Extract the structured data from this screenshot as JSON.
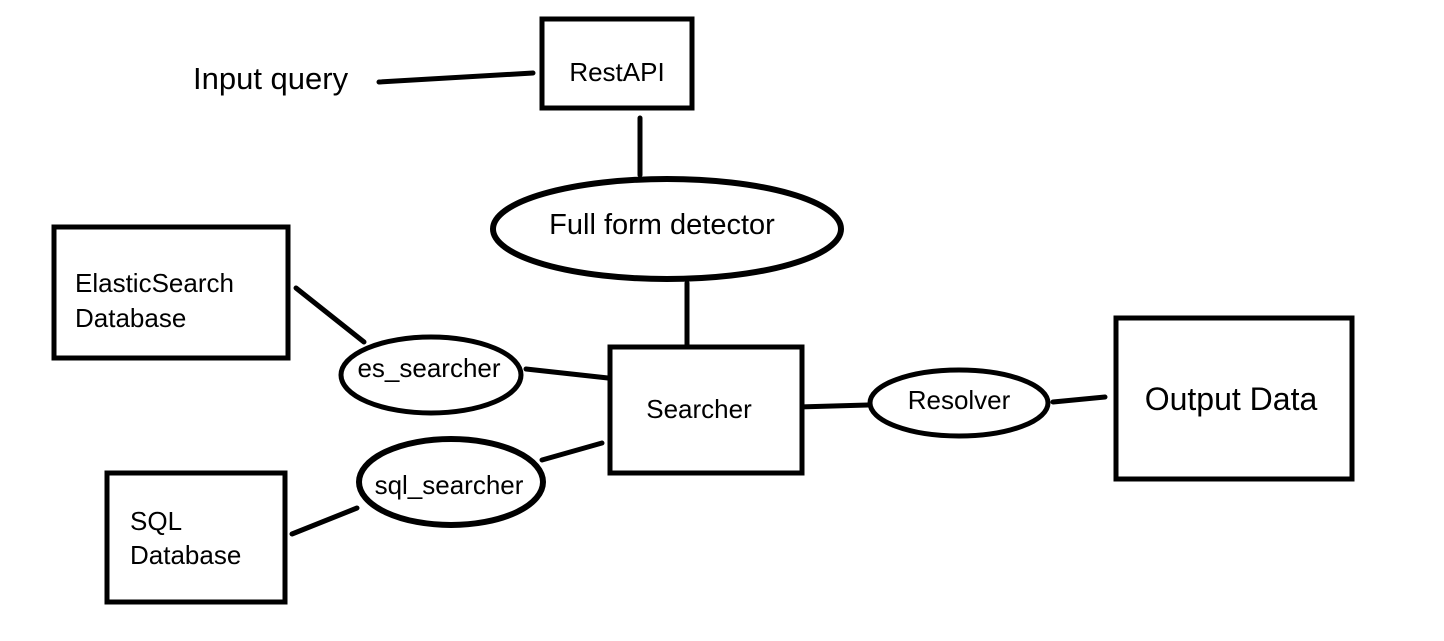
{
  "diagram": {
    "nodes": {
      "input_query": "Input query",
      "rest_api": "RestAPI",
      "full_form_detector": "Full form detector",
      "elasticsearch_db": [
        "ElasticSearch",
        "Database"
      ],
      "es_searcher": "es_searcher",
      "searcher": "Searcher",
      "sql_searcher": "sql_searcher",
      "sql_db": [
        "SQL",
        "Database"
      ],
      "resolver": "Resolver",
      "output_data": "Output Data"
    },
    "edges": [
      {
        "from": "input_query",
        "to": "rest_api"
      },
      {
        "from": "rest_api",
        "to": "full_form_detector"
      },
      {
        "from": "full_form_detector",
        "to": "searcher"
      },
      {
        "from": "elasticsearch_db",
        "to": "es_searcher"
      },
      {
        "from": "es_searcher",
        "to": "searcher"
      },
      {
        "from": "sql_db",
        "to": "sql_searcher"
      },
      {
        "from": "sql_searcher",
        "to": "searcher"
      },
      {
        "from": "searcher",
        "to": "resolver"
      },
      {
        "from": "resolver",
        "to": "output_data"
      }
    ]
  }
}
